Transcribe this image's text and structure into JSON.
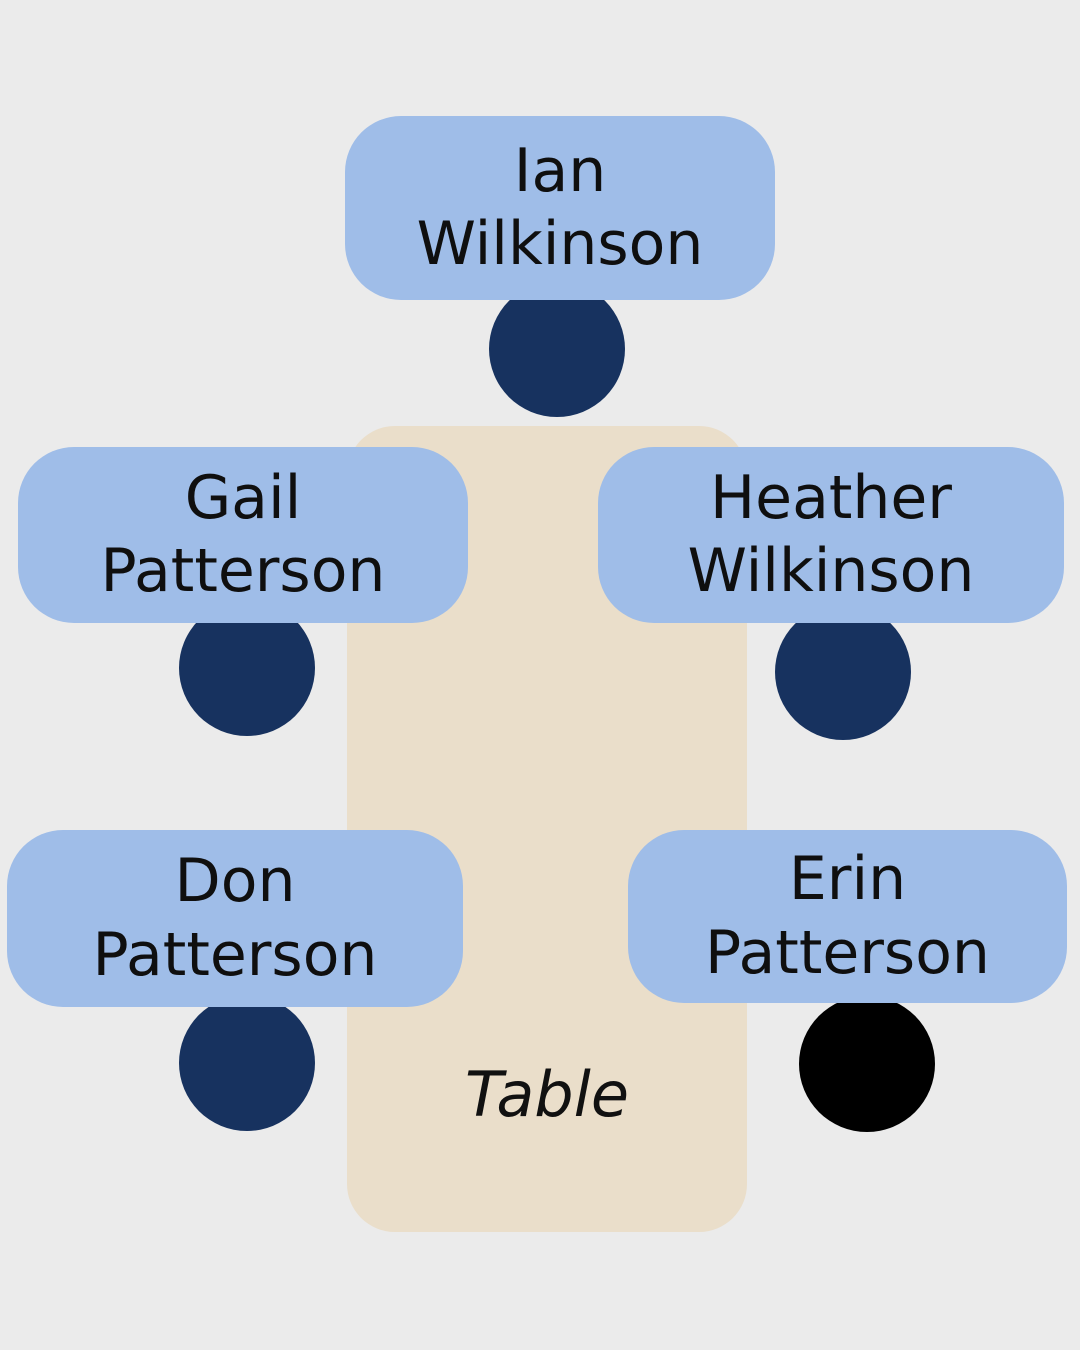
{
  "diagram": {
    "background_color": "#EBEBEB",
    "table": {
      "label": "Table",
      "fill_color": "#EADECA",
      "text_color": "#111111"
    },
    "name_tag_fill_color": "#9FBDE8",
    "seat_default_color": "#17325F",
    "seat_highlight_color": "#000000",
    "seats": [
      {
        "full_name": "Ian Wilkinson",
        "name_line1": "Ian",
        "name_line2": "Wilkinson",
        "side": "top",
        "seat_color": "#17325F"
      },
      {
        "full_name": "Gail Patterson",
        "name_line1": "Gail",
        "name_line2": "Patterson",
        "side": "upper-left",
        "seat_color": "#17325F"
      },
      {
        "full_name": "Heather Wilkinson",
        "name_line1": "Heather",
        "name_line2": "Wilkinson",
        "side": "upper-right",
        "seat_color": "#17325F"
      },
      {
        "full_name": "Don Patterson",
        "name_line1": "Don",
        "name_line2": "Patterson",
        "side": "lower-left",
        "seat_color": "#17325F"
      },
      {
        "full_name": "Erin Patterson",
        "name_line1": "Erin",
        "name_line2": "Patterson",
        "side": "lower-right",
        "seat_color": "#000000"
      }
    ]
  }
}
